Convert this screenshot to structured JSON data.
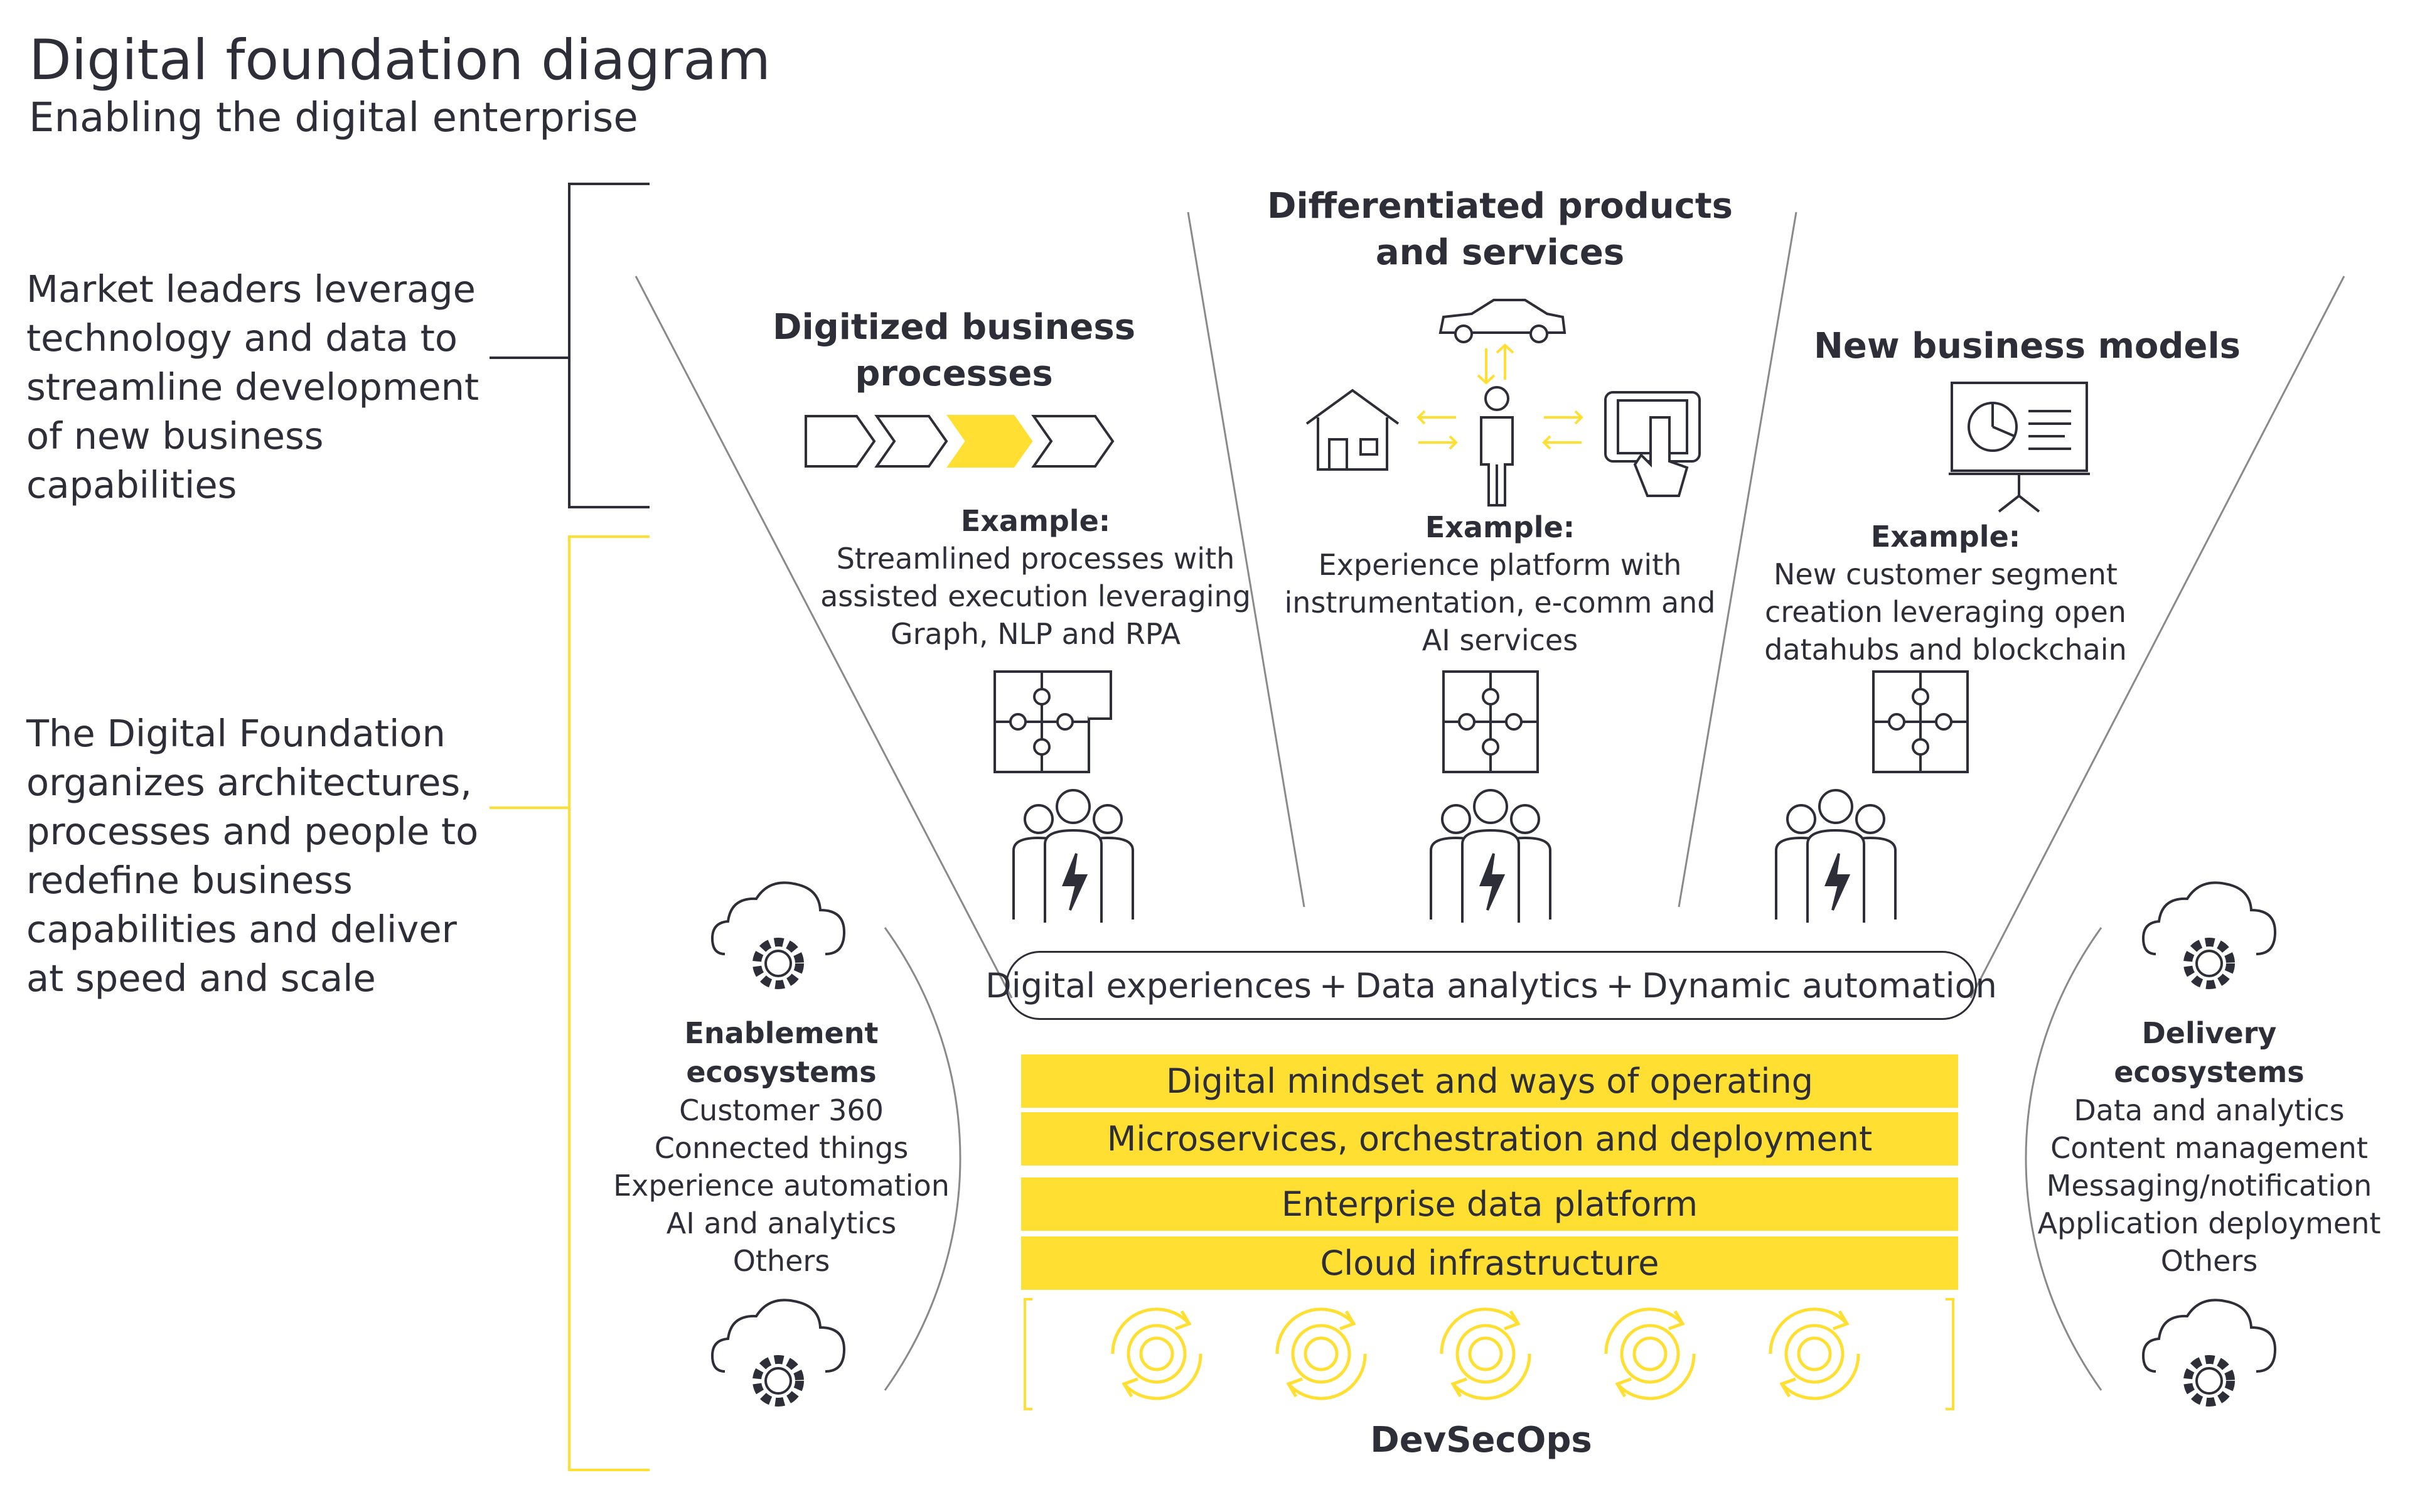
{
  "title": "Digital foundation diagram",
  "subtitle": "Enabling the digital enterprise",
  "left": {
    "market_text": [
      "Market leaders leverage",
      "technology and data to",
      "streamline development",
      "of new business",
      "capabilities"
    ],
    "foundation_text": [
      "The Digital Foundation",
      "organizes architectures,",
      "processes and people to",
      "redefine business",
      "capabilities and deliver",
      "at speed and scale"
    ]
  },
  "columns": [
    {
      "heading": [
        "Digitized business",
        "processes"
      ],
      "example_label": "Example:",
      "example_text": [
        "Streamlined processes with",
        "assisted execution leveraging",
        "Graph, NLP and RPA"
      ]
    },
    {
      "heading": [
        "Differentiated products",
        "and services"
      ],
      "example_label": "Example:",
      "example_text": [
        "Experience platform with",
        "instrumentation, e-comm and",
        "AI services"
      ]
    },
    {
      "heading": [
        "New business models"
      ],
      "example_label": "Example:",
      "example_text": [
        "New customer segment",
        "creation leveraging open",
        "datahubs and blockchain"
      ]
    }
  ],
  "pill": {
    "items": [
      "Digital experiences",
      "+",
      "Data analytics",
      "+",
      "Dynamic automation"
    ]
  },
  "layers": [
    "Digital mindset and ways of operating",
    "Microservices, orchestration and deployment",
    "Enterprise data platform",
    "Cloud infrastructure"
  ],
  "devsecops_label": "DevSecOps",
  "enablement": {
    "label": [
      "Enablement",
      "ecosystems"
    ],
    "items": [
      "Customer 360",
      "Connected things",
      "Experience automation",
      "AI and analytics",
      "Others"
    ]
  },
  "delivery": {
    "label": [
      "Delivery",
      "ecosystems"
    ],
    "items": [
      "Data and analytics",
      "Content management",
      "Messaging/notification",
      "Application deployment",
      "Others"
    ]
  },
  "colors": {
    "accent": "#ffe032",
    "text": "#2e2e38",
    "line": "#8a8a8a"
  },
  "icons": [
    "process-chevrons-icon",
    "car-icon",
    "house-icon",
    "person-icon",
    "tablet-touch-icon",
    "presentation-chart-icon",
    "puzzle-icon",
    "team-icon",
    "cloud-gear-icon",
    "cycle-icon"
  ]
}
